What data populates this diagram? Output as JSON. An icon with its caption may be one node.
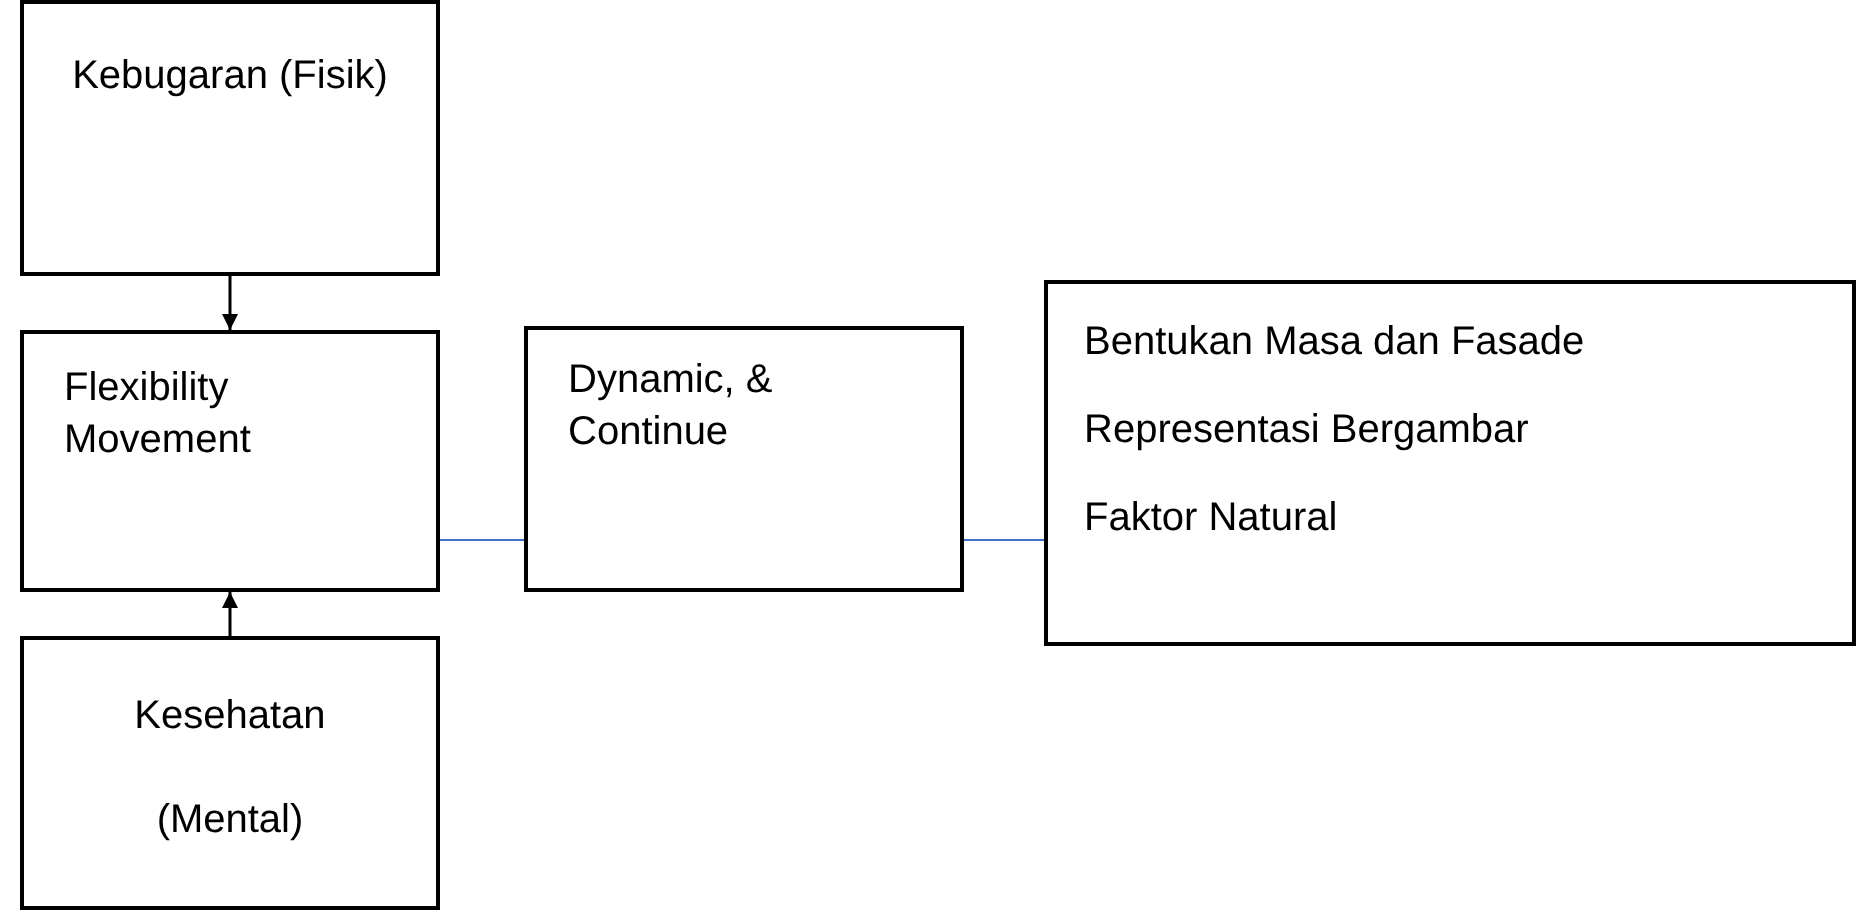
{
  "diagram": {
    "nodes": [
      {
        "text": [
          "Kebugaran (Fisik)"
        ]
      },
      {
        "text": [
          "Flexibility Movement"
        ]
      },
      {
        "text": [
          "Kesehatan (Mental)"
        ]
      },
      {
        "text": [
          "Dynamic, & Continue"
        ]
      },
      {
        "text": [
          "Bentukan Masa dan Fasade",
          "Representasi Bergambar",
          "Faktor Natural"
        ]
      }
    ],
    "edges": [
      {
        "from": 0,
        "to": 1,
        "arrow": "to",
        "color": "#000000"
      },
      {
        "from": 2,
        "to": 1,
        "arrow": "to",
        "color": "#000000"
      },
      {
        "from": 1,
        "to": 3,
        "arrow": "none",
        "color": "#4472c4"
      },
      {
        "from": 3,
        "to": 4,
        "arrow": "none",
        "color": "#4472c4"
      }
    ]
  }
}
